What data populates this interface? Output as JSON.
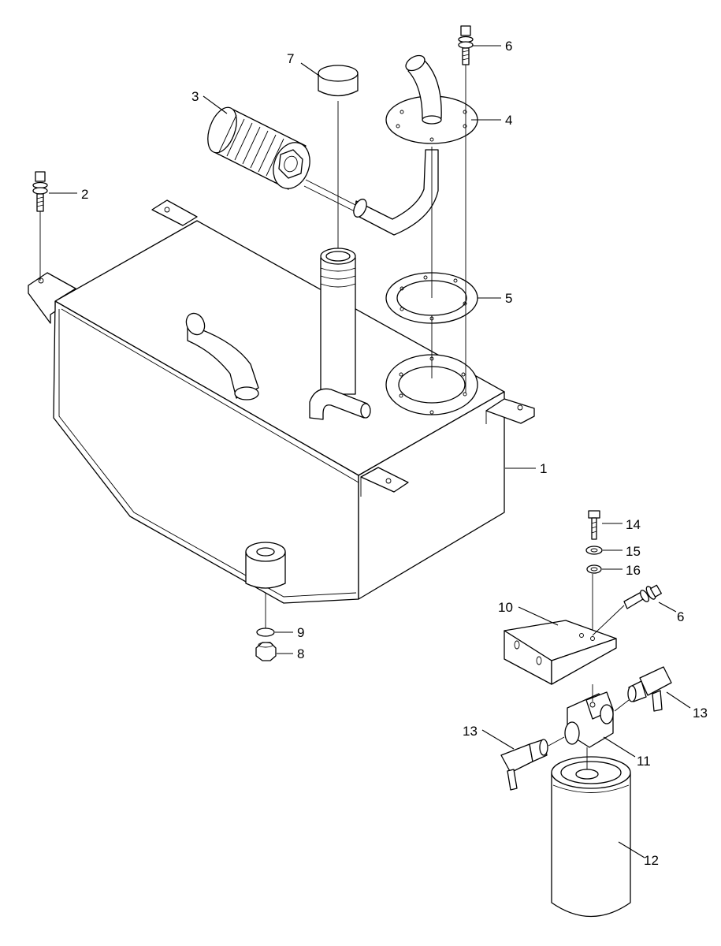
{
  "callouts": {
    "c1": "1",
    "c2": "2",
    "c3": "3",
    "c4": "4",
    "c5": "5",
    "c6a": "6",
    "c6b": "6",
    "c7": "7",
    "c8": "8",
    "c9": "9",
    "c10": "10",
    "c11": "11",
    "c12": "12",
    "c13a": "13",
    "c13b": "13",
    "c14": "14",
    "c15": "15",
    "c16": "16"
  }
}
